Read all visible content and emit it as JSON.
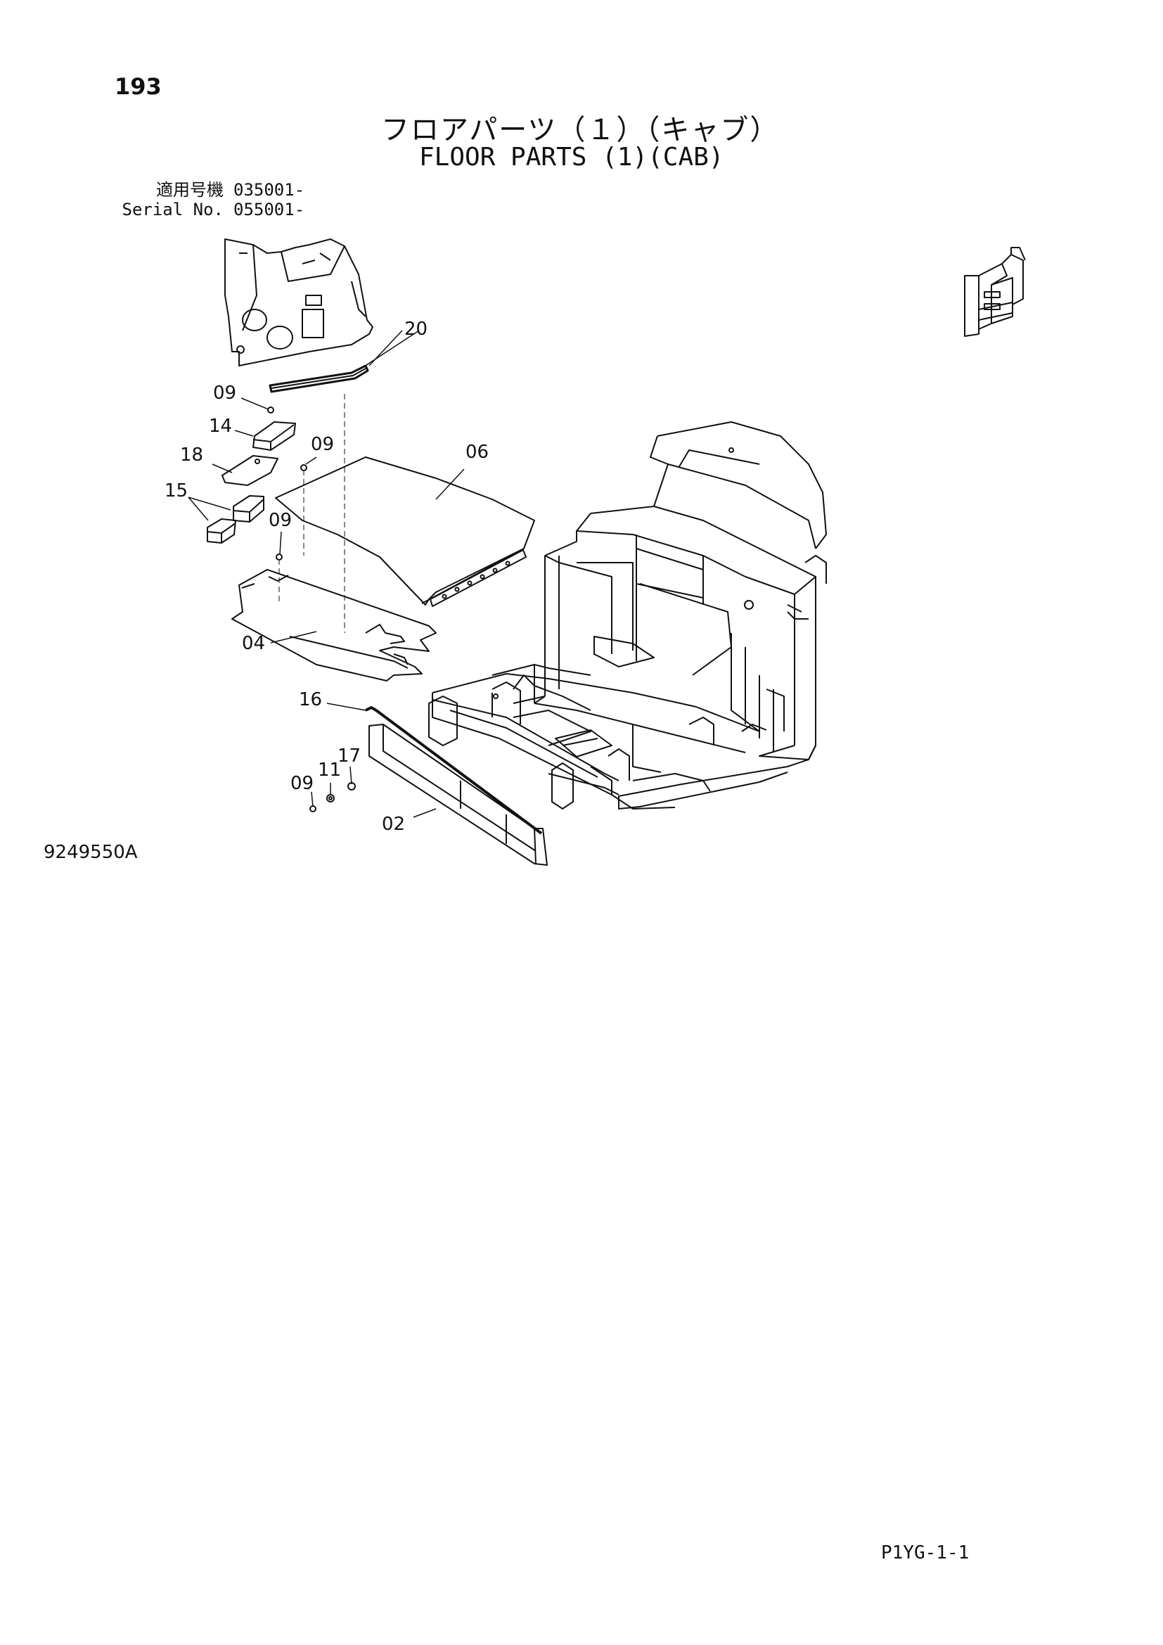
{
  "page_number": "193",
  "title_jp": "フロアパーツ（１）（キャブ）",
  "title_en": "FLOOR PARTS (1)(CAB)",
  "serial": {
    "jp_label": "適用号機",
    "jp_value": "035001-",
    "en_label": "Serial No.",
    "en_value": "055001-"
  },
  "callouts": {
    "c20": "20",
    "c09a": "09",
    "c14": "14",
    "c09b": "09",
    "c18": "18",
    "c06": "06",
    "c15": "15",
    "c09c": "09",
    "c04": "04",
    "c16": "16",
    "c17": "17",
    "c11": "11",
    "c09d": "09",
    "c02": "02"
  },
  "drawing_code": "9249550A",
  "page_code": "P1YG-1-1"
}
